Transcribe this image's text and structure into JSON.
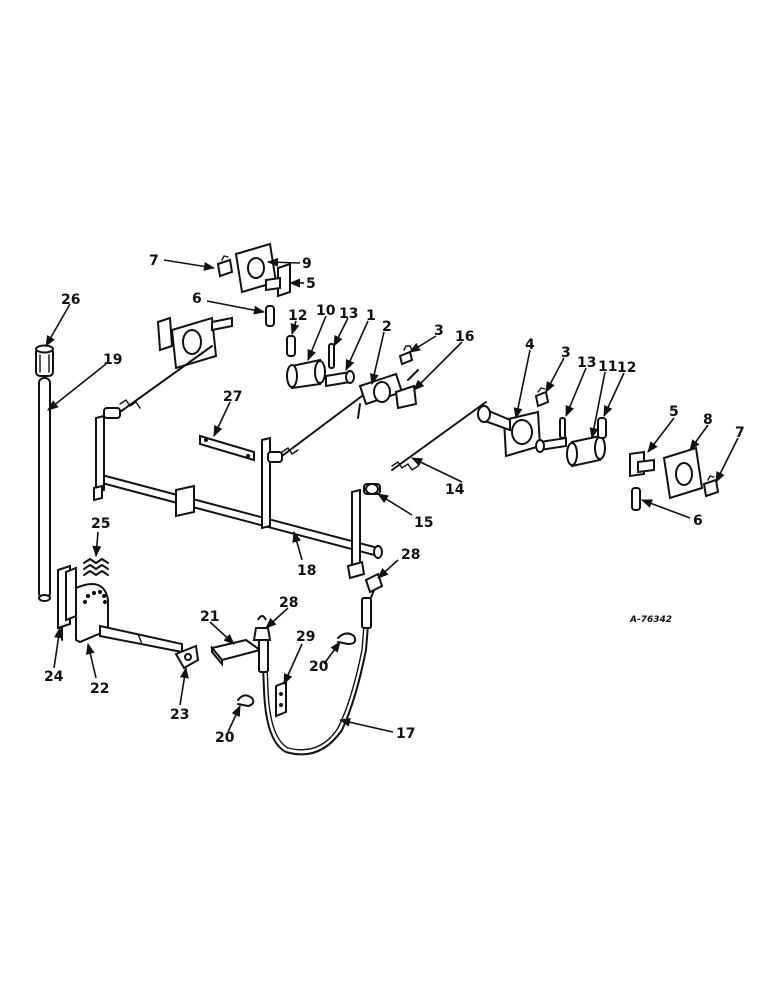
{
  "figure_ref": "A-76342",
  "callouts": {
    "c1": "1",
    "c2": "2",
    "c3a": "3",
    "c3b": "3",
    "c4": "4",
    "c5a": "5",
    "c5b": "5",
    "c6a": "6",
    "c6b": "6",
    "c7a": "7",
    "c7b": "7",
    "c8": "8",
    "c9": "9",
    "c10": "10",
    "c11": "11",
    "c12a": "12",
    "c12b": "12",
    "c13a": "13",
    "c13b": "13",
    "c14": "14",
    "c15": "15",
    "c16": "16",
    "c17": "17",
    "c18": "18",
    "c19": "19",
    "c20a": "20",
    "c20b": "20",
    "c21": "21",
    "c22": "22",
    "c23": "23",
    "c24": "24",
    "c25": "25",
    "c26": "26",
    "c27": "27",
    "c28a": "28",
    "c28b": "28",
    "c29": "29"
  }
}
